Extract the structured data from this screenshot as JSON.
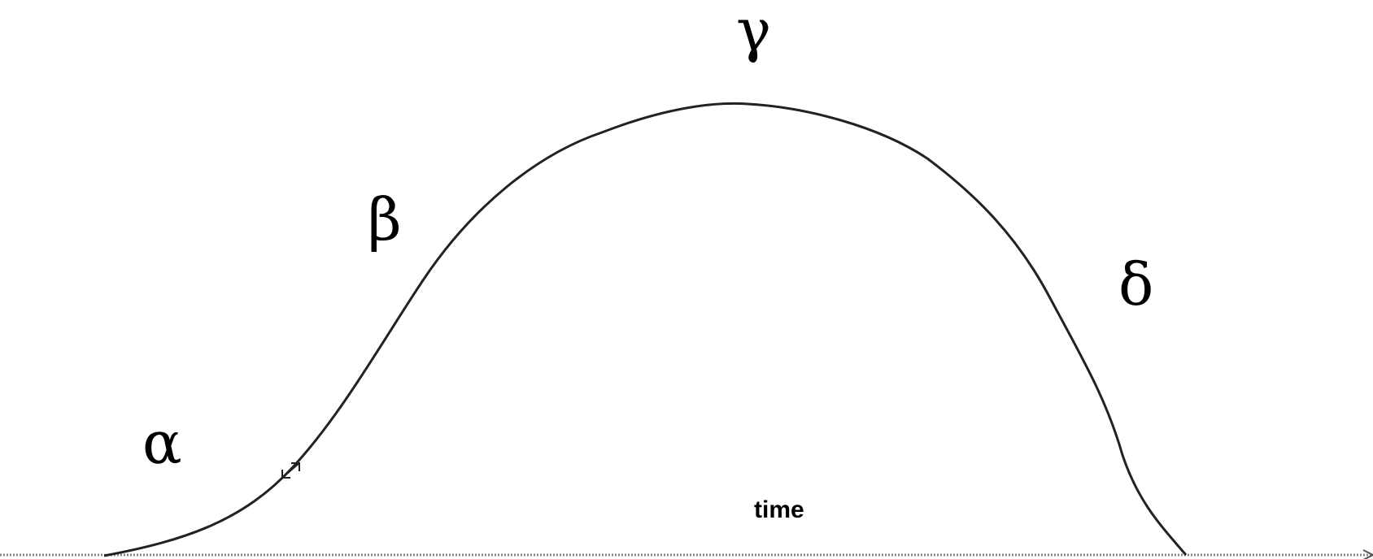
{
  "labels": {
    "alpha": "α",
    "beta": "β",
    "gamma": "γ",
    "delta": "δ",
    "time": "time"
  },
  "colors": {
    "curve": "#222222",
    "axis": "#888888",
    "text": "#000000"
  }
}
